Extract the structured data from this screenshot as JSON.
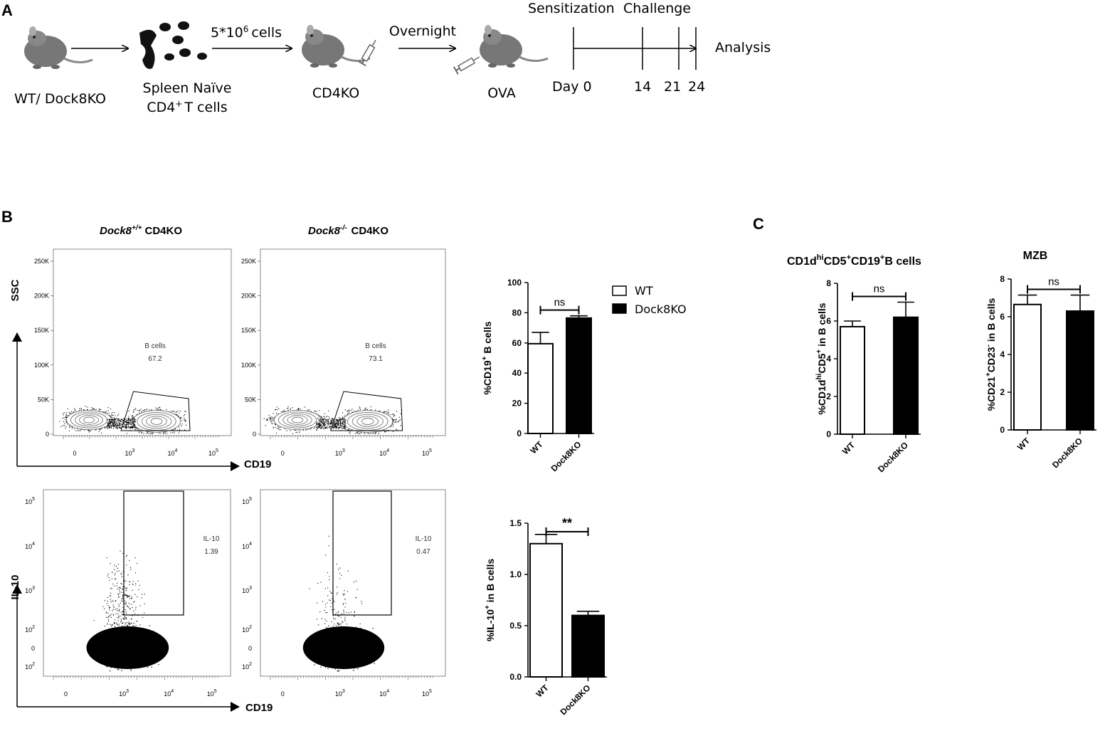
{
  "panels": {
    "a": "A",
    "b": "B",
    "c": "C"
  },
  "schematic": {
    "donor": "WT/ Dock8KO",
    "cells_line1": "Spleen Naïve",
    "cells_line2": "CD4",
    "cells_sup": "+",
    "cells_line2b": "T cells",
    "dose": "5*10",
    "dose_sup": "6",
    "dose_unit": "cells",
    "recipient": "CD4KO",
    "overnight": "Overnight",
    "ova": "OVA",
    "sensitization": "Sensitization",
    "challenge": "Challenge",
    "analysis": "Analysis",
    "timeline": [
      "Day 0",
      "14",
      "21",
      "24"
    ]
  },
  "flow": {
    "col1_title_gene": "Dock8",
    "col1_title_sup": "+/+",
    "col1_title_rest": "CD4KO",
    "col2_title_gene": "Dock8",
    "col2_title_sup": "-/-",
    "col2_title_rest": "CD4KO",
    "ssc_label": "SSC",
    "il10_label": "IL-10",
    "cd19_label": "CD19",
    "ssc_ticks": [
      "250K",
      "200K",
      "150K",
      "100K",
      "50K",
      "0"
    ],
    "x_ticks": [
      "0",
      "10",
      "10",
      "10"
    ],
    "x_tick_exps": [
      "",
      "3",
      "4",
      "5"
    ],
    "il10_ticks_main": [
      "10",
      "10",
      "10",
      "10",
      "0",
      "10"
    ],
    "il10_ticks_exp": [
      "5",
      "4",
      "3",
      "2",
      "",
      "2"
    ],
    "gate_b_label": "B cells",
    "gate_b_wt": "67.2",
    "gate_b_ko": "73.1",
    "gate_il10_label": "IL-10",
    "gate_il10_wt": "1.39",
    "gate_il10_ko": "0.47"
  },
  "legend": {
    "wt": "WT",
    "ko": "Dock8KO"
  },
  "chart_data": [
    {
      "type": "bar",
      "categories": [
        "WT",
        "Dock8KO"
      ],
      "values": [
        59.5,
        76.5
      ],
      "errors": [
        7.5,
        1.5
      ],
      "ylabel": "%CD19",
      "ylabel_sup": "+",
      "ylabel_rest": "B cells",
      "ylim": [
        0,
        100
      ],
      "yticks": [
        "0",
        "20",
        "40",
        "60",
        "80",
        "100"
      ],
      "significance": "ns"
    },
    {
      "type": "bar",
      "categories": [
        "WT",
        "Dock8KO"
      ],
      "values": [
        1.3,
        0.6
      ],
      "errors": [
        0.09,
        0.04
      ],
      "ylabel": "%IL-10",
      "ylabel_sup": "+",
      "ylabel_rest": "in B cells",
      "ylim": [
        0,
        1.5
      ],
      "yticks": [
        "0.0",
        "0.5",
        "1.0",
        "1.5"
      ],
      "significance": "**"
    },
    {
      "type": "bar",
      "title": "CD1d",
      "title_sup1": "hi",
      "title_mid": "CD5",
      "title_sup2": "+",
      "title_mid2": "CD19",
      "title_sup3": "+",
      "title_rest": "B cells",
      "categories": [
        "WT",
        "Dock8KO"
      ],
      "values": [
        5.7,
        6.2
      ],
      "errors": [
        0.3,
        0.8
      ],
      "ylabel": "%CD1d",
      "ylabel_sup1": "hi",
      "ylabel_mid": "CD5",
      "ylabel_sup2": "+",
      "ylabel_rest": "in B cells",
      "ylim": [
        0,
        8
      ],
      "yticks": [
        "0",
        "2",
        "4",
        "6",
        "8"
      ],
      "significance": "ns"
    },
    {
      "type": "bar",
      "title": "MZB",
      "categories": [
        "WT",
        "Dock8KO"
      ],
      "values": [
        6.65,
        6.3
      ],
      "errors": [
        0.5,
        0.85
      ],
      "ylabel": "%CD21",
      "ylabel_sup1": "+",
      "ylabel_mid": "CD23",
      "ylabel_sup2": "-",
      "ylabel_rest": "in B cells",
      "ylim": [
        0,
        8
      ],
      "yticks": [
        "0",
        "2",
        "4",
        "6",
        "8"
      ],
      "significance": "ns"
    }
  ]
}
